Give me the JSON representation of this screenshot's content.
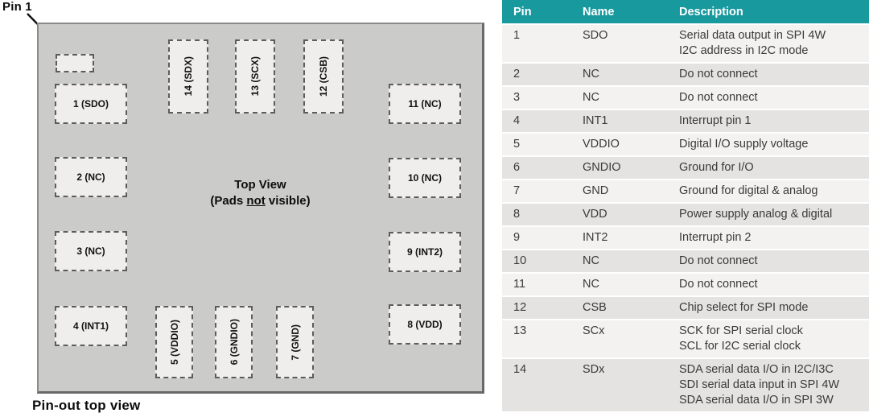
{
  "diagram": {
    "pin1_label": "Pin 1",
    "center_title": "Top View",
    "center_sub_prefix": "(Pads ",
    "center_sub_underlined": "not",
    "center_sub_suffix": " visible)",
    "caption": "Pin-out top view",
    "pads": {
      "left": [
        {
          "label": "1 (SDO)"
        },
        {
          "label": "2 (NC)"
        },
        {
          "label": "3 (NC)"
        },
        {
          "label": "4 (INT1)"
        }
      ],
      "top": [
        {
          "label": "14 (SDX)"
        },
        {
          "label": "13 (SCX)"
        },
        {
          "label": "12 (CSB)"
        }
      ],
      "right": [
        {
          "label": "11 (NC)"
        },
        {
          "label": "10 (NC)"
        },
        {
          "label": "9 (INT2)"
        },
        {
          "label": "8 (VDD)"
        }
      ],
      "bottom": [
        {
          "label": "5 (VDDIO)"
        },
        {
          "label": "6 (GNDIO)"
        },
        {
          "label": "7 (GND)"
        }
      ]
    }
  },
  "table": {
    "headers": [
      "Pin",
      "Name",
      "Description"
    ],
    "rows": [
      {
        "pin": "1",
        "name": "SDO",
        "desc": [
          "Serial data output in SPI 4W",
          "I2C address in I2C mode"
        ]
      },
      {
        "pin": "2",
        "name": "NC",
        "desc": [
          "Do not connect"
        ]
      },
      {
        "pin": "3",
        "name": "NC",
        "desc": [
          "Do not connect"
        ]
      },
      {
        "pin": "4",
        "name": "INT1",
        "desc": [
          "Interrupt pin 1"
        ]
      },
      {
        "pin": "5",
        "name": "VDDIO",
        "desc": [
          "Digital I/O supply voltage"
        ]
      },
      {
        "pin": "6",
        "name": "GNDIO",
        "desc": [
          "Ground for I/O"
        ]
      },
      {
        "pin": "7",
        "name": "GND",
        "desc": [
          "Ground for digital & analog"
        ]
      },
      {
        "pin": "8",
        "name": "VDD",
        "desc": [
          "Power supply analog & digital"
        ]
      },
      {
        "pin": "9",
        "name": "INT2",
        "desc": [
          "Interrupt pin 2"
        ]
      },
      {
        "pin": "10",
        "name": "NC",
        "desc": [
          "Do not connect"
        ]
      },
      {
        "pin": "11",
        "name": "NC",
        "desc": [
          "Do not connect"
        ]
      },
      {
        "pin": "12",
        "name": "CSB",
        "desc": [
          "Chip select for SPI mode"
        ]
      },
      {
        "pin": "13",
        "name": "SCx",
        "desc": [
          "SCK for SPI serial clock",
          "SCL for I2C serial clock"
        ]
      },
      {
        "pin": "14",
        "name": "SDx",
        "desc": [
          "SDA serial data I/O in I2C/I3C",
          "SDI serial data input in SPI 4W",
          "SDA serial data I/O in SPI 3W"
        ]
      }
    ]
  },
  "colors": {
    "header_teal": "#18999e",
    "row_light": "#f3f2f0",
    "row_gray": "#e4e3e1",
    "chip_fill": "#cbcbca",
    "pad_fill": "#efeeec"
  }
}
